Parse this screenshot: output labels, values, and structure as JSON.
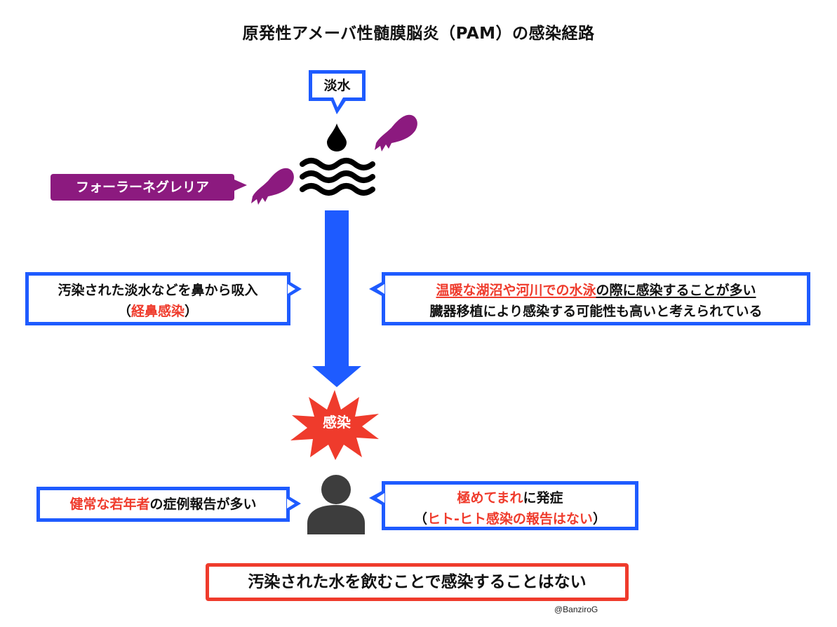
{
  "title": "原発性アメーバ性髄膜脳炎（PAM）の感染経路",
  "freshwater_label": "淡水",
  "naegleria_label": "フォーラーネグレリア",
  "left_route": {
    "line1": "汚染された淡水などを鼻から吸入",
    "line2_open": "（",
    "line2_highlight": "経鼻感染",
    "line2_close": "）"
  },
  "right_route": {
    "line1_highlight": "温暖な湖沼や河川での水泳",
    "line1_rest": "の際に感染することが多い",
    "line2": "臓器移植により感染する可能性も高いと考えられている"
  },
  "infection_label": "感染",
  "left_person": {
    "highlight": "健常な若年者",
    "rest": "の症例報告が多い"
  },
  "right_person": {
    "line1_highlight": "極めてまれ",
    "line1_rest": "に発症",
    "line2_open": "（",
    "line2_highlight": "ヒト-ヒト感染の報告はない",
    "line2_close": "）"
  },
  "warning": "汚染された水を飲むことで感染することはない",
  "credit": "@BanziroG",
  "colors": {
    "blue": "#1e5bff",
    "red": "#ef3b2c",
    "purple": "#8c1a7f",
    "dark": "#3d3d3d"
  },
  "icons": [
    "water-drop-icon",
    "waves-icon",
    "amoeba-icon",
    "down-arrow-icon",
    "burst-icon",
    "person-icon"
  ]
}
